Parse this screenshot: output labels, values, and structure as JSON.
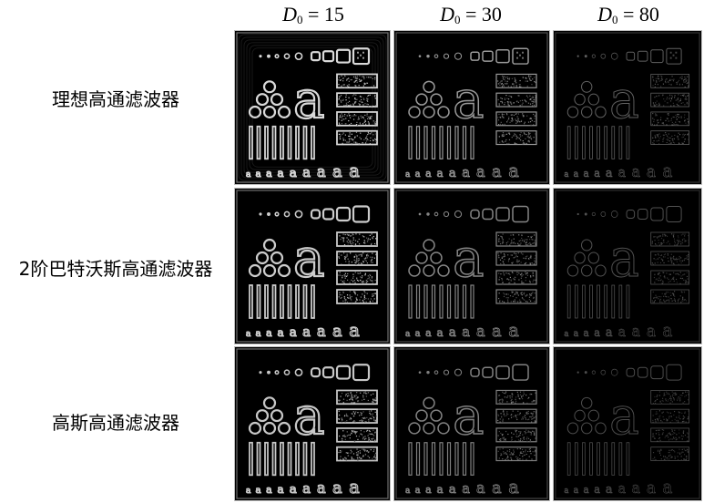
{
  "columns": [
    {
      "symbol": "D",
      "subscript": "0",
      "relation": " = ",
      "value": "15"
    },
    {
      "symbol": "D",
      "subscript": "0",
      "relation": " = ",
      "value": "30"
    },
    {
      "symbol": "D",
      "subscript": "0",
      "relation": " = ",
      "value": "80"
    }
  ],
  "rows": [
    {
      "label": "理想高通滤波器",
      "style": "ideal",
      "brightness": [
        0.85,
        0.6,
        0.38
      ]
    },
    {
      "label": "2阶巴特沃斯高通滤波器",
      "style": "butter",
      "brightness": [
        0.8,
        0.52,
        0.32
      ]
    },
    {
      "label": "高斯高通滤波器",
      "style": "gauss",
      "brightness": [
        0.78,
        0.5,
        0.3
      ]
    }
  ]
}
